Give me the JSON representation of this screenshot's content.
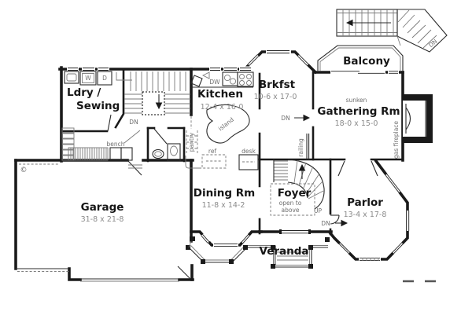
{
  "colors": {
    "wall": "#1a1a1a",
    "detail_gray": "#7a7a7a",
    "dim_text": "#8b8b8b",
    "background": "#ffffff"
  },
  "rooms": {
    "ldry_sewing": {
      "name_line1": "Ldry /",
      "name_line2": "Sewing"
    },
    "kitchen": {
      "name": "Kitchen",
      "dims": "12-4 x 16-0"
    },
    "brkfst": {
      "name": "Brkfst",
      "dims": "10-6 x 17-0"
    },
    "balcony": {
      "name": "Balcony"
    },
    "gathering": {
      "name": "Gathering Rm",
      "dims": "18-0 x 15-0",
      "note": "sunken"
    },
    "garage": {
      "name": "Garage",
      "dims": "31-8 x 21-8"
    },
    "dining": {
      "name": "Dining Rm",
      "dims": "11-8 x 14-2"
    },
    "foyer": {
      "name": "Foyer",
      "note_line1": "open to",
      "note_line2": "above"
    },
    "parlor": {
      "name": "Parlor",
      "dims": "13-4 x 17-8"
    },
    "veranda": {
      "name": "Veranda"
    }
  },
  "annotations": {
    "dn_main_stair": "DN",
    "dn_exterior_stair": "DN",
    "dn_gathering": "DN",
    "dn_parlor": "DN",
    "up_foyer_stair": "UP",
    "bench": "bench",
    "island": "island",
    "pantry": "pantry",
    "ref": "ref",
    "desk": "desk",
    "railing": "railing",
    "gas_fireplace": "gas fireplace",
    "washer": "W",
    "dryer": "D",
    "dishwasher": "DW",
    "copyright": "©"
  }
}
